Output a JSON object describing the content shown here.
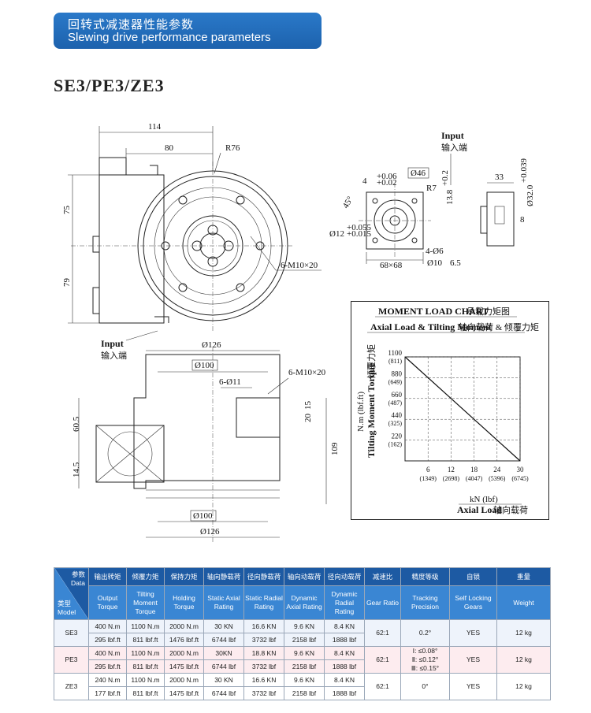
{
  "header": {
    "title_zh": "回转式减速器性能参数",
    "title_en": "Slewing drive performance parameters"
  },
  "model_title": "SE3/PE3/ZE3",
  "drawing": {
    "top_view": {
      "dim_114": "114",
      "dim_80": "80",
      "dim_r76": "R76",
      "dim_75": "75",
      "dim_79": "79",
      "bolt_label": "6-M10×20",
      "input_en": "Input",
      "input_zh": "输入端"
    },
    "input_detail": {
      "input_en": "Input",
      "input_zh": "输入端",
      "tol_top": "+0.06",
      "tol_bot": "+0.02",
      "dim_4": "4",
      "dim_phi46": "Ø46",
      "dim_r7": "R7",
      "dim_13_8": "13.8",
      "tol_13_8": "+0.2",
      "angle_45": "45°",
      "dim_phi12": "Ø12",
      "tol_12_top": "+0.055",
      "tol_12_bot": "+0.015",
      "dim_68": "68×68",
      "dim_4phi6": "4-Ø6",
      "dim_phi10": "Ø10",
      "dim_6_5": "6.5"
    },
    "shaft_detail": {
      "dim_33": "33",
      "dim_phi32": "Ø32.0",
      "tol_phi32": "+0.039",
      "dim_8": "8"
    },
    "side_view": {
      "dim_phi126_top": "Ø126",
      "dim_phi100_top": "Ø100",
      "dim_6phi11": "6-Ø11",
      "bolt_label": "6-M10×20",
      "dim_20": "20",
      "dim_15": "15",
      "dim_60_5": "60.5",
      "dim_14_5": "14.5",
      "dim_109": "109",
      "dim_phi100_bot": "Ø100",
      "dim_phi126_bot": "Ø126"
    }
  },
  "moment_chart": {
    "title_en": "MOMENT LOAD CHART",
    "title_zh": "承载力矩图",
    "subtitle_en": "Axial Load & Tilting Moment",
    "subtitle_zh": "轴向载荷 & 倾覆力矩",
    "ylabel_unit": "N.m (lbf.ft)",
    "ylabel_en": "Tilting Moment Torque",
    "ylabel_zh": "倾覆力矩",
    "xlabel_unit": "kN (lbf)",
    "xlabel_en": "Axial Load",
    "xlabel_zh": "轴向载荷"
  },
  "chart_data": {
    "type": "line",
    "title": "MOMENT LOAD CHART 承载力矩图",
    "xlabel": "kN (lbf) Axial Load 轴向载荷",
    "ylabel": "N.m (lbf.ft) Tilting Moment Torque 倾覆力矩",
    "x_ticks": [
      {
        "value": 6,
        "label": "6",
        "sub": "(1349)"
      },
      {
        "value": 12,
        "label": "12",
        "sub": "(2698)"
      },
      {
        "value": 18,
        "label": "18",
        "sub": "(4047)"
      },
      {
        "value": 24,
        "label": "24",
        "sub": "(5396)"
      },
      {
        "value": 30,
        "label": "30",
        "sub": "(6745)"
      }
    ],
    "y_ticks": [
      {
        "value": 220,
        "label": "220",
        "sub": "(162)"
      },
      {
        "value": 440,
        "label": "440",
        "sub": "(325)"
      },
      {
        "value": 660,
        "label": "660",
        "sub": "(487)"
      },
      {
        "value": 880,
        "label": "880",
        "sub": "(649)"
      },
      {
        "value": 1100,
        "label": "1100",
        "sub": "(811)"
      }
    ],
    "xlim": [
      0,
      30
    ],
    "ylim": [
      0,
      1100
    ],
    "grid": true,
    "series": [
      {
        "x": [
          0,
          30
        ],
        "y": [
          1100,
          0
        ]
      }
    ]
  },
  "table": {
    "corner": {
      "top_zh": "参数",
      "top_en": "Data",
      "bot_zh": "类型",
      "bot_en": "Model"
    },
    "headers_zh": [
      "输出转矩",
      "倾覆力矩",
      "保持力矩",
      "轴向静载荷",
      "径向静载荷",
      "轴向动载荷",
      "径向动载荷",
      "减速比",
      "精度等级",
      "自锁",
      "重量"
    ],
    "headers_en": [
      "Output Torque",
      "Tilting Moment Torque",
      "Holding Torque",
      "Static Axial Rating",
      "Static Radial Rating",
      "Dynamic Axial Rating",
      "Dynamic Radial Rating",
      "Gear Ratio",
      "Tracking Precision",
      "Self Locking Gears",
      "Weight"
    ],
    "rows": [
      {
        "model": "SE3",
        "line1": [
          "400 N.m",
          "1100 N.m",
          "2000 N.m",
          "30 KN",
          "16.6 KN",
          "9.6 KN",
          "8.4 KN"
        ],
        "line2": [
          "295 lbf.ft",
          "811 lbf.ft",
          "1476 lbf.ft",
          "6744 lbf",
          "3732 lbf",
          "2158 lbf",
          "1888 lbf"
        ],
        "ratio": "62:1",
        "precision": [
          "0.2°"
        ],
        "self_locking": "YES",
        "weight": "12 kg"
      },
      {
        "model": "PE3",
        "line1": [
          "400 N.m",
          "1100 N.m",
          "2000 N.m",
          "30KN",
          "18.8 KN",
          "9.6 KN",
          "8.4 KN"
        ],
        "line2": [
          "295 lbf.ft",
          "811 lbf.ft",
          "1475 lbf.ft",
          "6744 lbf",
          "3732 lbf",
          "2158 lbf",
          "1888 lbf"
        ],
        "ratio": "62:1",
        "precision": [
          "Ⅰ: ≤0.08°",
          "Ⅱ: ≤0.12°",
          "Ⅲ: ≤0.15°"
        ],
        "self_locking": "YES",
        "weight": "12 kg"
      },
      {
        "model": "ZE3",
        "line1": [
          "240 N.m",
          "1100 N.m",
          "2000 N.m",
          "30 KN",
          "16.6 KN",
          "9.6 KN",
          "8.4 KN"
        ],
        "line2": [
          "177 lbf.ft",
          "811 lbf.ft",
          "1475 lbf.ft",
          "6744 lbf",
          "3732 lbf",
          "2158 lbf",
          "1888 lbf"
        ],
        "ratio": "62:1",
        "precision": [
          "0°"
        ],
        "self_locking": "YES",
        "weight": "12 kg"
      }
    ]
  }
}
